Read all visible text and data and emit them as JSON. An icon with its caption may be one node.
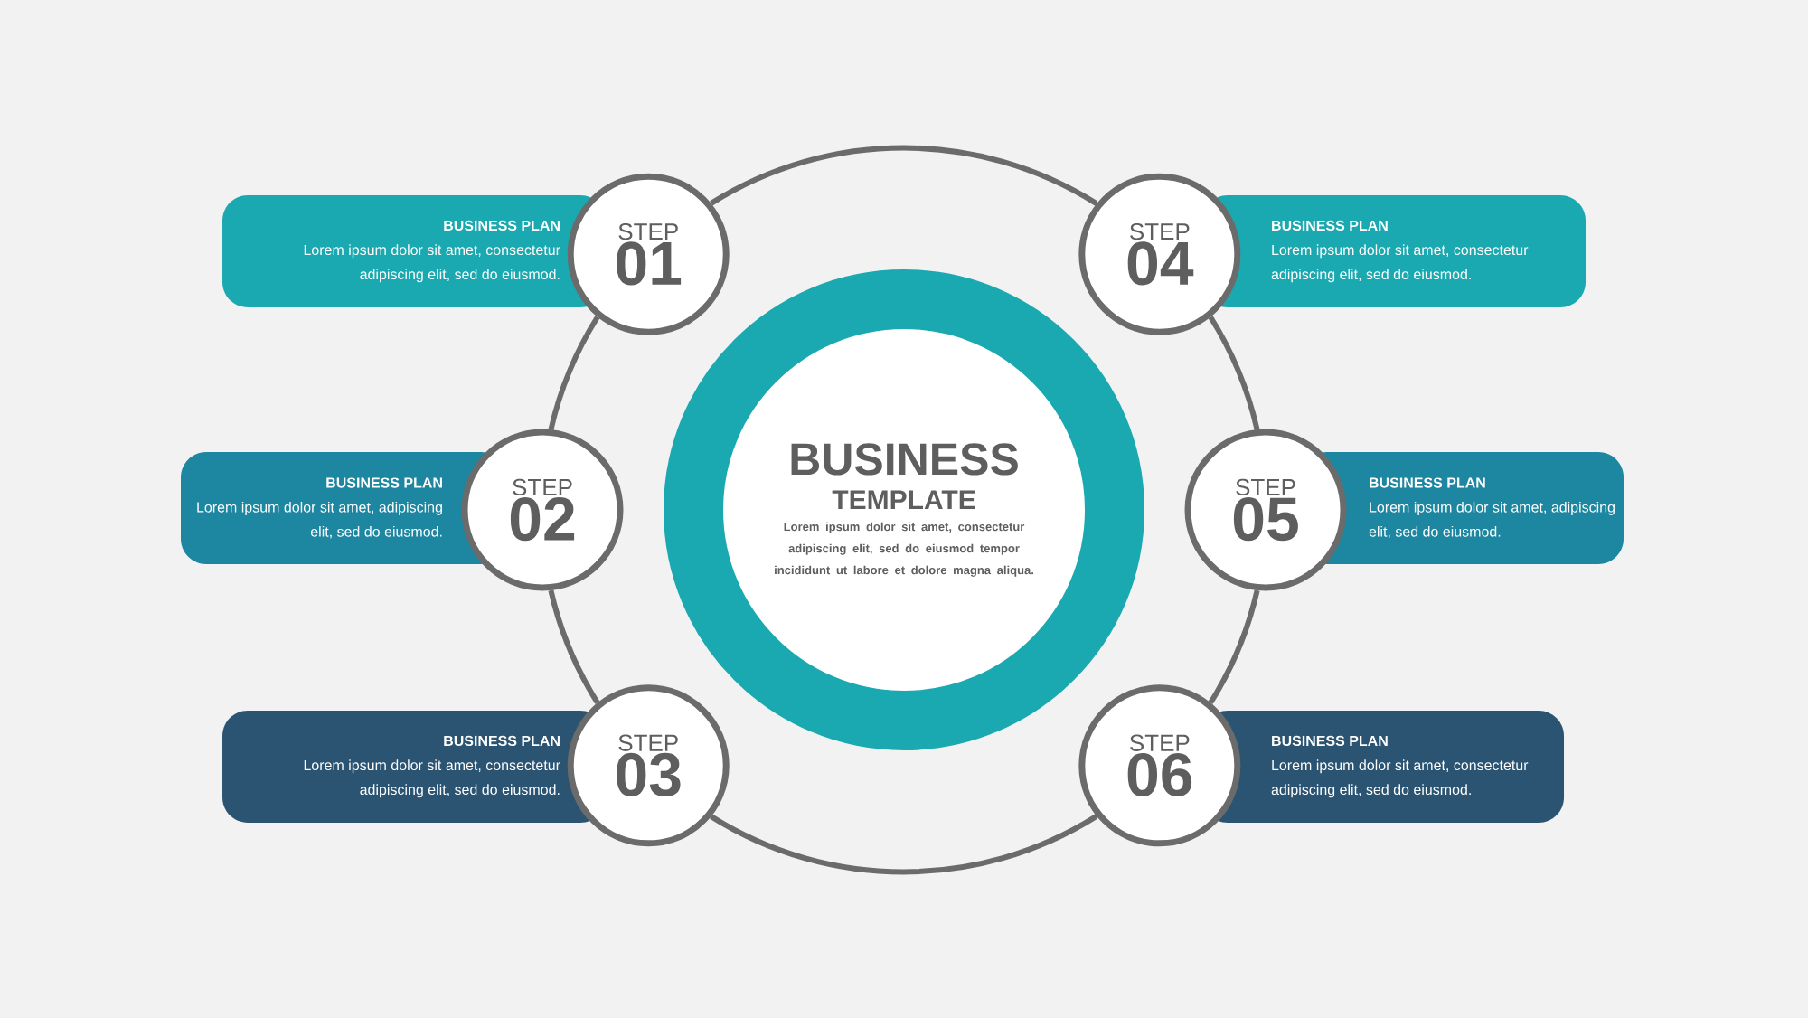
{
  "diagram": {
    "nodes": [
      {
        "text": [
          "BUSINESS",
          "TEMPLATE",
          "Lorem ipsum dolor sit amet, consectetur adipiscing elit, sed do eiusmod tempor incididunt ut labore et dolore magna aliqua."
        ]
      },
      {
        "text": [
          "BUSINESS PLAN",
          "Lorem ipsum dolor sit amet, consectetur adipiscing elit, sed do eiusmod."
        ]
      },
      {
        "text": [
          "STEP",
          "01"
        ]
      },
      {
        "text": [
          "STEP",
          "04"
        ]
      },
      {
        "text": [
          "BUSINESS PLAN",
          "Lorem ipsum dolor sit amet, consectetur adipiscing elit, sed do eiusmod."
        ]
      },
      {
        "text": [
          "BUSINESS PLAN",
          "Lorem ipsum dolor sit amet, adipiscing elit, sed do eiusmod."
        ]
      },
      {
        "text": [
          "STEP",
          "02"
        ]
      },
      {
        "text": [
          "STEP",
          "05"
        ]
      },
      {
        "text": [
          "BUSINESS PLAN",
          "Lorem ipsum dolor sit amet, adipiscing elit, sed do eiusmod."
        ]
      },
      {
        "text": [
          "BUSINESS PLAN",
          "Lorem ipsum dolor sit amet, consectetur adipiscing elit, sed do eiusmod."
        ]
      },
      {
        "text": [
          "STEP",
          "03"
        ]
      },
      {
        "text": [
          "STEP",
          "06"
        ]
      },
      {
        "text": [
          "BUSINESS PLAN",
          "Lorem ipsum dolor sit amet, consectetur adipiscing elit, sed do eiusmod."
        ]
      }
    ],
    "edges": [
      {
        "from": 2,
        "to": 3,
        "arrow": "none"
      },
      {
        "from": 2,
        "to": 6,
        "arrow": "none"
      },
      {
        "from": 6,
        "to": 10,
        "arrow": "none"
      },
      {
        "from": 3,
        "to": 7,
        "arrow": "none"
      },
      {
        "from": 7,
        "to": 11,
        "arrow": "none"
      },
      {
        "from": 10,
        "to": 11,
        "arrow": "none"
      }
    ]
  }
}
